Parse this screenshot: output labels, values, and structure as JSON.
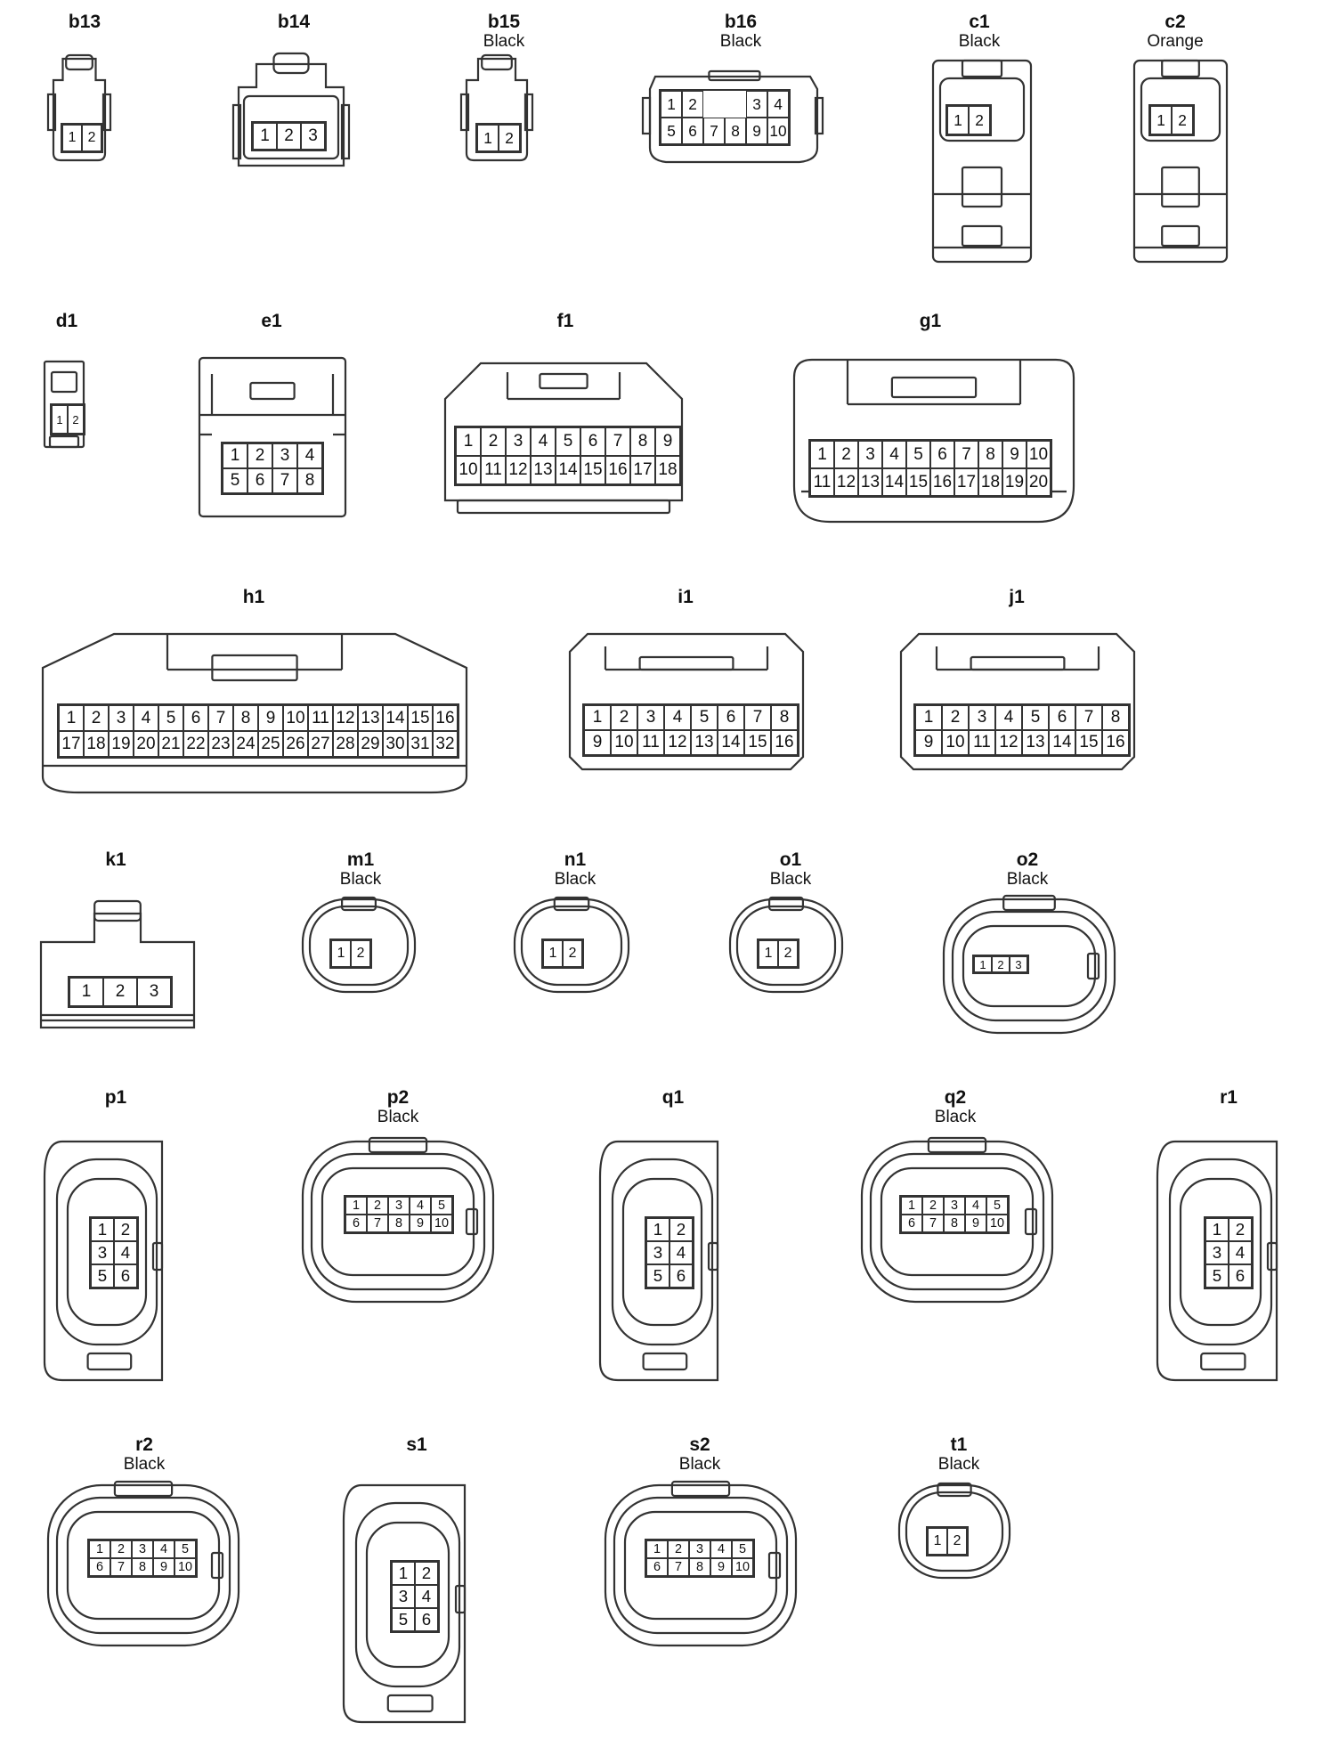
{
  "connectors": [
    {
      "id": "b13",
      "color": "",
      "pins": [
        [
          "1",
          "2"
        ]
      ]
    },
    {
      "id": "b14",
      "color": "",
      "pins": [
        [
          "1",
          "2",
          "3"
        ]
      ]
    },
    {
      "id": "b15",
      "color": "Black",
      "pins": [
        [
          "1",
          "2"
        ]
      ]
    },
    {
      "id": "b16",
      "color": "Black",
      "pins": [
        [
          "1",
          "2",
          "",
          "",
          "3",
          "4"
        ],
        [
          "5",
          "6",
          "7",
          "8",
          "9",
          "10"
        ]
      ]
    },
    {
      "id": "c1",
      "color": "Black",
      "pins": [
        [
          "1",
          "2"
        ]
      ]
    },
    {
      "id": "c2",
      "color": "Orange",
      "pins": [
        [
          "1",
          "2"
        ]
      ]
    },
    {
      "id": "d1",
      "color": "",
      "pins": [
        [
          "1",
          "2"
        ]
      ]
    },
    {
      "id": "e1",
      "color": "",
      "pins": [
        [
          "1",
          "2",
          "3",
          "4"
        ],
        [
          "5",
          "6",
          "7",
          "8"
        ]
      ]
    },
    {
      "id": "f1",
      "color": "",
      "pins": [
        [
          "1",
          "2",
          "3",
          "4",
          "5",
          "6",
          "7",
          "8",
          "9"
        ],
        [
          "10",
          "11",
          "12",
          "13",
          "14",
          "15",
          "16",
          "17",
          "18"
        ]
      ]
    },
    {
      "id": "g1",
      "color": "",
      "pins": [
        [
          "1",
          "2",
          "3",
          "4",
          "5",
          "6",
          "7",
          "8",
          "9",
          "10"
        ],
        [
          "11",
          "12",
          "13",
          "14",
          "15",
          "16",
          "17",
          "18",
          "19",
          "20"
        ]
      ]
    },
    {
      "id": "h1",
      "color": "",
      "pins": [
        [
          "1",
          "2",
          "3",
          "4",
          "5",
          "6",
          "7",
          "8",
          "9",
          "10",
          "11",
          "12",
          "13",
          "14",
          "15",
          "16"
        ],
        [
          "17",
          "18",
          "19",
          "20",
          "21",
          "22",
          "23",
          "24",
          "25",
          "26",
          "27",
          "28",
          "29",
          "30",
          "31",
          "32"
        ]
      ]
    },
    {
      "id": "i1",
      "color": "",
      "pins": [
        [
          "1",
          "2",
          "3",
          "4",
          "5",
          "6",
          "7",
          "8"
        ],
        [
          "9",
          "10",
          "11",
          "12",
          "13",
          "14",
          "15",
          "16"
        ]
      ]
    },
    {
      "id": "j1",
      "color": "",
      "pins": [
        [
          "1",
          "2",
          "3",
          "4",
          "5",
          "6",
          "7",
          "8"
        ],
        [
          "9",
          "10",
          "11",
          "12",
          "13",
          "14",
          "15",
          "16"
        ]
      ]
    },
    {
      "id": "k1",
      "color": "",
      "pins": [
        [
          "1",
          "2",
          "3"
        ]
      ]
    },
    {
      "id": "m1",
      "color": "Black",
      "pins": [
        [
          "1",
          "2"
        ]
      ]
    },
    {
      "id": "n1",
      "color": "Black",
      "pins": [
        [
          "1",
          "2"
        ]
      ]
    },
    {
      "id": "o1",
      "color": "Black",
      "pins": [
        [
          "1",
          "2"
        ]
      ]
    },
    {
      "id": "o2",
      "color": "Black",
      "pins": [
        [
          "1",
          "2",
          "3"
        ]
      ]
    },
    {
      "id": "p1",
      "color": "",
      "pins": [
        [
          "1",
          "2"
        ],
        [
          "3",
          "4"
        ],
        [
          "5",
          "6"
        ]
      ]
    },
    {
      "id": "p2",
      "color": "Black",
      "pins": [
        [
          "1",
          "2",
          "3",
          "4",
          "5"
        ],
        [
          "6",
          "7",
          "8",
          "9",
          "10"
        ]
      ]
    },
    {
      "id": "q1",
      "color": "",
      "pins": [
        [
          "1",
          "2"
        ],
        [
          "3",
          "4"
        ],
        [
          "5",
          "6"
        ]
      ]
    },
    {
      "id": "q2",
      "color": "Black",
      "pins": [
        [
          "1",
          "2",
          "3",
          "4",
          "5"
        ],
        [
          "6",
          "7",
          "8",
          "9",
          "10"
        ]
      ]
    },
    {
      "id": "r1",
      "color": "",
      "pins": [
        [
          "1",
          "2"
        ],
        [
          "3",
          "4"
        ],
        [
          "5",
          "6"
        ]
      ]
    },
    {
      "id": "r2",
      "color": "Black",
      "pins": [
        [
          "1",
          "2",
          "3",
          "4",
          "5"
        ],
        [
          "6",
          "7",
          "8",
          "9",
          "10"
        ]
      ]
    },
    {
      "id": "s1",
      "color": "",
      "pins": [
        [
          "1",
          "2"
        ],
        [
          "3",
          "4"
        ],
        [
          "5",
          "6"
        ]
      ]
    },
    {
      "id": "s2",
      "color": "Black",
      "pins": [
        [
          "1",
          "2",
          "3",
          "4",
          "5"
        ],
        [
          "6",
          "7",
          "8",
          "9",
          "10"
        ]
      ]
    },
    {
      "id": "t1",
      "color": "Black",
      "pins": [
        [
          "1",
          "2"
        ]
      ]
    }
  ]
}
